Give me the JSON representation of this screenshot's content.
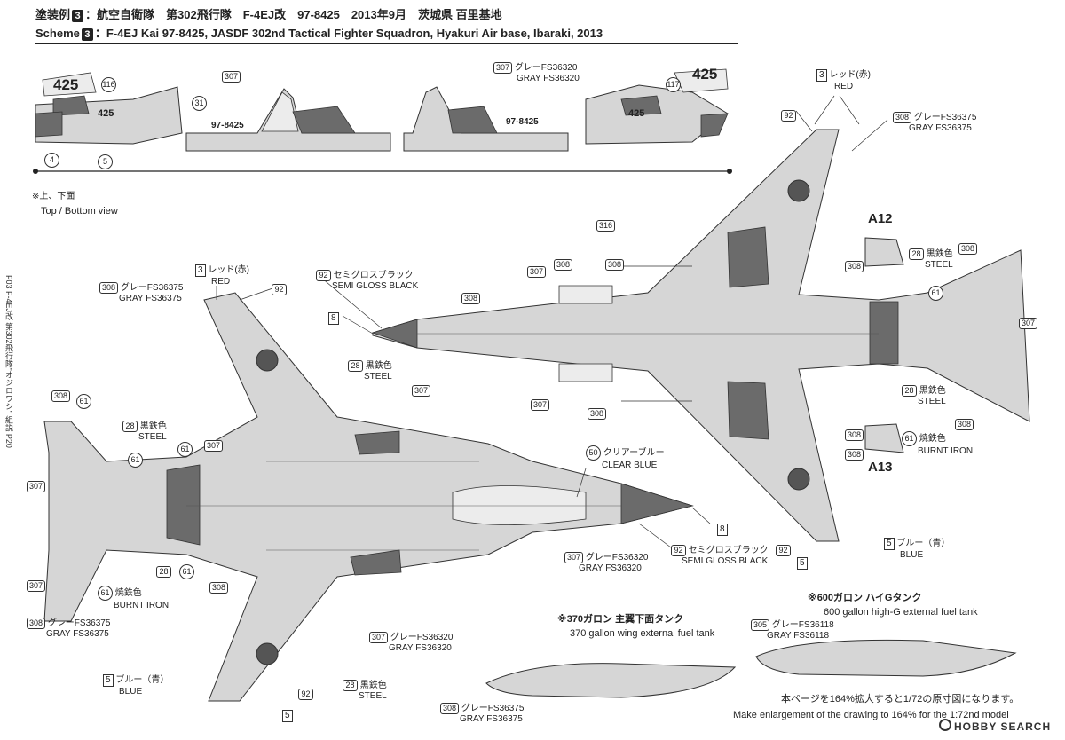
{
  "header": {
    "jp_prefix": "塗装例",
    "scheme_no": "3",
    "jp_title": "：航空自衛隊　第302飛行隊　F-4EJ改　97-8425　2013年9月　茨城県 百里基地",
    "en_prefix": "Scheme",
    "en_title": "：F-4EJ Kai  97-8425,  JASDF 302nd Tactical Fighter Squadron, Hyakuri Air base, Ibaraki,  2013"
  },
  "markings": {
    "side_number": "425",
    "serial": "97-8425"
  },
  "view_note": {
    "jp": "※上、下面",
    "en": "Top / Bottom view"
  },
  "side_text": "F03 F-4EJ改 第302飛行隊\"オジロワシ\" 組説 P20",
  "colors": [
    {
      "key": "c3",
      "code": "3",
      "jp": "レッド(赤)",
      "en": "RED"
    },
    {
      "key": "c5",
      "code": "5",
      "jp": "ブルー（青）",
      "en": "BLUE"
    },
    {
      "key": "c8",
      "code": "8",
      "jp": "",
      "en": ""
    },
    {
      "key": "c28",
      "code": "28",
      "jp": "黒鉄色",
      "en": "STEEL"
    },
    {
      "key": "c50",
      "code": "50",
      "jp": "クリアーブルー",
      "en": "CLEAR BLUE"
    },
    {
      "key": "c61",
      "code": "61",
      "jp": "焼鉄色",
      "en": "BURNT IRON"
    },
    {
      "key": "c92",
      "code": "92",
      "jp": "セミグロスブラック",
      "en": "SEMI GLOSS BLACK"
    },
    {
      "key": "c305",
      "code": "305",
      "jp": "グレーFS36118",
      "en": "GRAY FS36118"
    },
    {
      "key": "c307",
      "code": "307",
      "jp": "グレーFS36320",
      "en": "GRAY FS36320"
    },
    {
      "key": "c308",
      "code": "308",
      "jp": "グレーFS36375",
      "en": "GRAY FS36375"
    },
    {
      "key": "c316",
      "code": "316",
      "jp": "",
      "en": ""
    }
  ],
  "labels": {
    "c3": {
      "code": "3",
      "jp": "レッド(赤)",
      "en": "RED"
    },
    "c5": {
      "code": "5",
      "jp": "ブルー（青）",
      "en": "BLUE"
    },
    "c8": {
      "code": "8"
    },
    "c28": {
      "code": "28",
      "jp": "黒鉄色",
      "en": "STEEL"
    },
    "c50": {
      "code": "50",
      "jp": "クリアーブルー",
      "en": "CLEAR BLUE"
    },
    "c61": {
      "code": "61",
      "jp": "焼鉄色",
      "en": "BURNT IRON"
    },
    "c92": {
      "code": "92",
      "jp": "セミグロスブラック",
      "en": "SEMI GLOSS BLACK"
    },
    "c305": {
      "code": "305",
      "jp": "グレーFS36118",
      "en": "GRAY FS36118"
    },
    "c307": {
      "code": "307",
      "jp": "グレーFS36320",
      "en": "GRAY FS36320"
    },
    "c308": {
      "code": "308",
      "jp": "グレーFS36375",
      "en": "GRAY FS36375"
    },
    "c316": {
      "code": "316"
    }
  },
  "decals": {
    "d4": "4",
    "d5": "5",
    "d31": "31",
    "d116": "116",
    "d117": "117"
  },
  "views": {
    "a12": "A12",
    "a13": "A13"
  },
  "tanks": {
    "t370_jp": "※370ガロン 主翼下面タンク",
    "t370_en": "370 gallon wing external fuel tank",
    "t600_jp": "※600ガロン ハイGタンク",
    "t600_en": "600 gallon high-G external fuel tank"
  },
  "scale_note": {
    "jp": "本ページを164%拡大すると1/72の原寸図になります。",
    "en": "Make enlargement of the drawing to 164% for the 1:72nd model"
  },
  "watermark": "HOBBY SEARCH",
  "palette": {
    "gray_light": "#d6d6d6",
    "gray_dark": "#6b6b6b",
    "black": "#222222"
  }
}
